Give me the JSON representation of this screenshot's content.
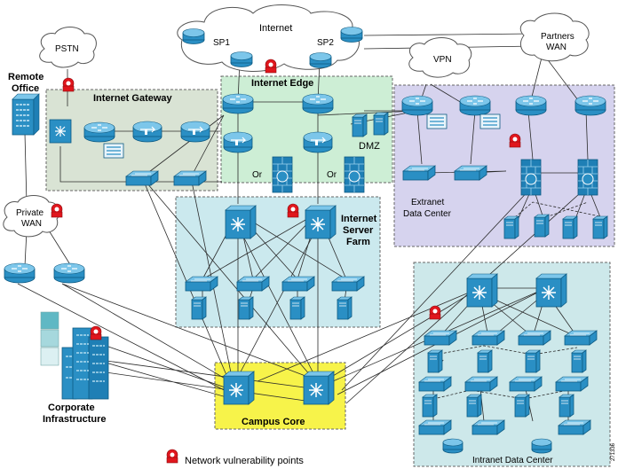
{
  "labels": {
    "internet": "Internet",
    "sp1": "SP1",
    "sp2": "SP2",
    "pstn": "PSTN",
    "vpn": "VPN",
    "partners_line1": "Partners",
    "partners_line2": "WAN",
    "remote_line1": "Remote",
    "remote_line2": "Office",
    "internet_gateway": "Internet Gateway",
    "internet_edge": "Internet Edge",
    "dmz": "DMZ",
    "or_left": "Or",
    "or_right": "Or",
    "extranet_line1": "Extranet",
    "extranet_line2": "Data Center",
    "private_line1": "Private",
    "private_line2": "WAN",
    "server_farm_line1": "Internet",
    "server_farm_line2": "Server",
    "server_farm_line3": "Farm",
    "corporate_line1": "Corporate",
    "corporate_line2": "Infrastructure",
    "campus_core": "Campus Core",
    "intranet_dc": "Intranet Data Center",
    "legend": "Network vulnerability points",
    "figure_id": "271336"
  },
  "colors": {
    "internet_gateway_zone": "#d9e3d4",
    "internet_edge_zone": "#cdeed5",
    "extranet_zone": "#d6d3ee",
    "server_farm_zone": "#cbe9ee",
    "intranet_zone": "#cde8ea",
    "campus_core_zone": "#f7f34a",
    "device": "#2a8fc4",
    "vulnerability_marker": "#e0161d"
  }
}
